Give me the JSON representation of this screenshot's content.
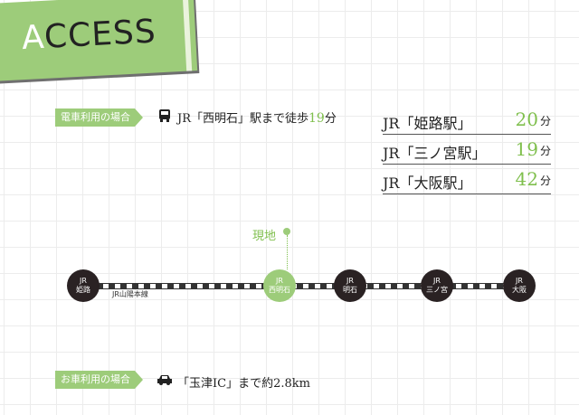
{
  "header": {
    "first_letter": "A",
    "rest": "CCESS"
  },
  "train": {
    "tag": "電車利用の場合",
    "walk_prefix": "JR「西明石」駅まで徒歩",
    "walk_minutes": "19",
    "walk_unit": "分"
  },
  "times": [
    {
      "label": "JR「姫路駅」",
      "minutes": "20",
      "unit": "分"
    },
    {
      "label": "JR「三ノ宮駅」",
      "minutes": "19",
      "unit": "分"
    },
    {
      "label": "JR「大阪駅」",
      "minutes": "42",
      "unit": "分"
    }
  ],
  "map": {
    "here_label": "現地",
    "line_name": "JR山陽本線",
    "stations": [
      {
        "top": "JR",
        "name": "姫路"
      },
      {
        "top": "JR",
        "name": "西明石"
      },
      {
        "top": "JR",
        "name": "明石"
      },
      {
        "top": "JR",
        "name": "三ノ宮"
      },
      {
        "top": "JR",
        "name": "大阪"
      }
    ]
  },
  "car": {
    "tag": "お車利用の場合",
    "info": "「玉津IC」まで約2.8km"
  },
  "colors": {
    "accent": "#9dcc7a",
    "station": "#2a2223"
  }
}
